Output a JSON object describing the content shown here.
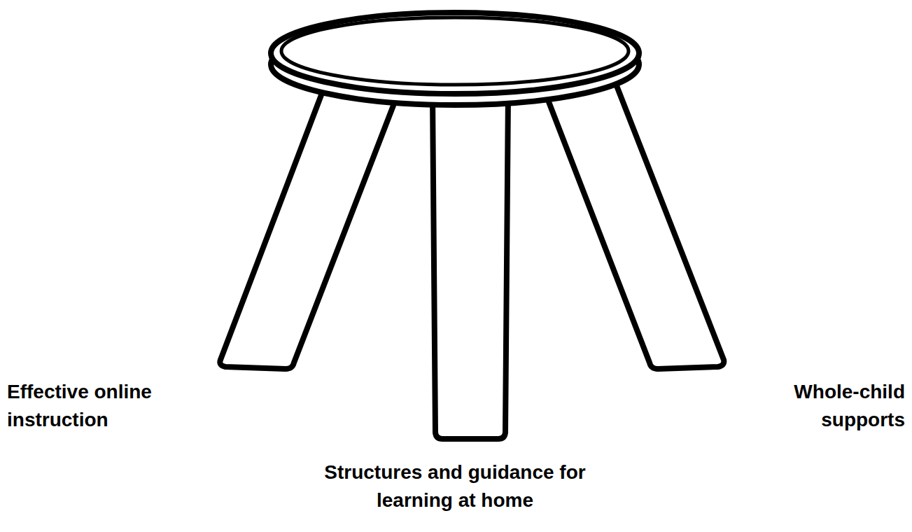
{
  "diagram": {
    "labels": [
      "Effective online instruction",
      "Whole-child supports",
      "Structures and guidance for learning at home"
    ]
  }
}
